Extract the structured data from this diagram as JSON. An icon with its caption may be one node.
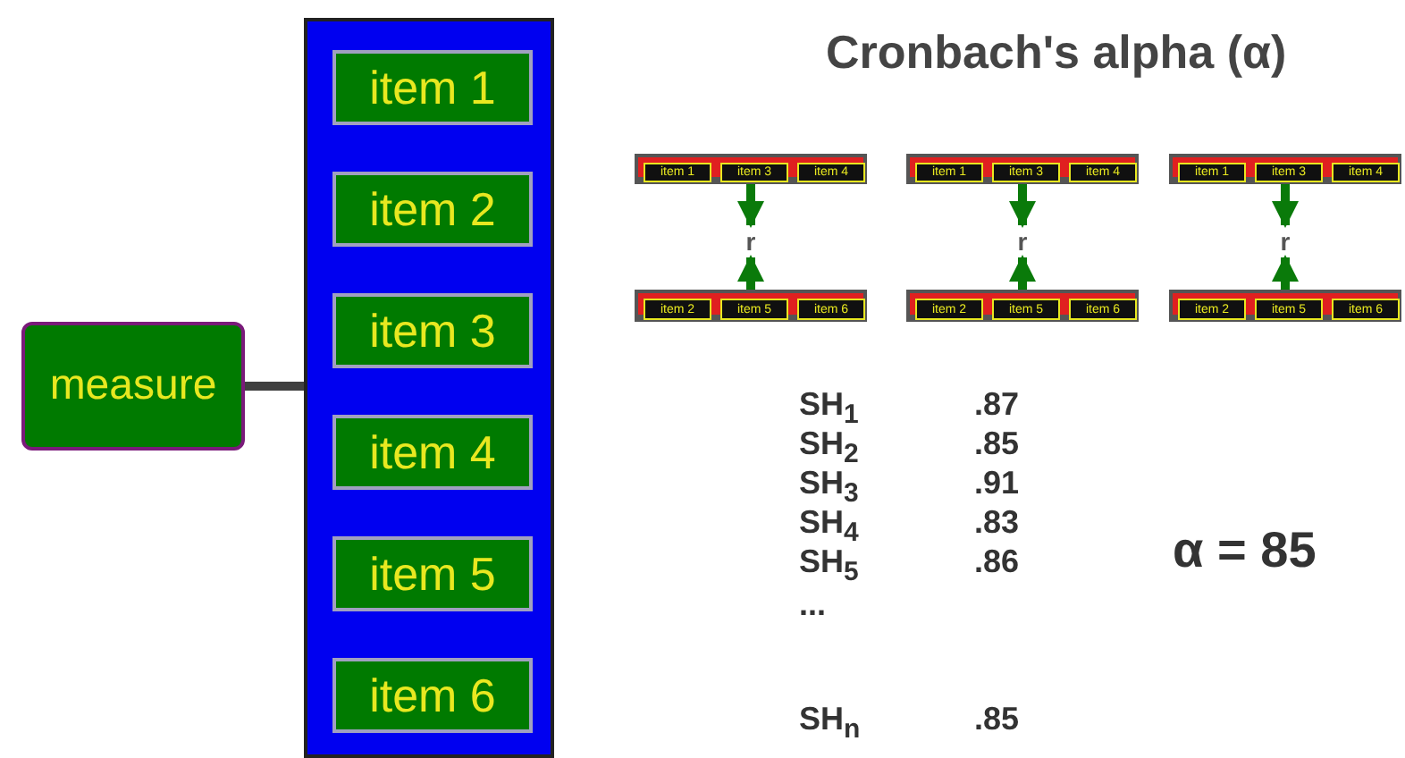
{
  "diagram": {
    "title": "Cronbach's alpha (α)",
    "nodes": [
      {
        "text": [
          "measure"
        ]
      },
      {
        "text": [],
        "shape": "box"
      },
      {
        "text": [
          "item 1"
        ],
        "in": 1
      },
      {
        "text": [
          "item 2"
        ],
        "in": 1
      },
      {
        "text": [
          "item 3"
        ],
        "in": 1
      },
      {
        "text": [
          "item 4"
        ],
        "in": 1
      },
      {
        "text": [
          "item 5"
        ],
        "in": 1
      },
      {
        "text": [
          "item 6"
        ],
        "in": 1
      },
      {
        "text": [],
        "shape": "bar"
      },
      {
        "text": [
          "item 1"
        ],
        "in": 8
      },
      {
        "text": [
          "item 3"
        ],
        "in": 8
      },
      {
        "text": [
          "item 4"
        ],
        "in": 8
      },
      {
        "text": [
          "r"
        ]
      },
      {
        "text": [],
        "shape": "bar"
      },
      {
        "text": [
          "item 2"
        ],
        "in": 13
      },
      {
        "text": [
          "item 5"
        ],
        "in": 13
      },
      {
        "text": [
          "item 6"
        ],
        "in": 13
      },
      {
        "text": [],
        "shape": "bar"
      },
      {
        "text": [
          "item 1"
        ],
        "in": 17
      },
      {
        "text": [
          "item 3"
        ],
        "in": 17
      },
      {
        "text": [
          "item 4"
        ],
        "in": 17
      },
      {
        "text": [
          "r"
        ]
      },
      {
        "text": [],
        "shape": "bar"
      },
      {
        "text": [
          "item 2"
        ],
        "in": 22
      },
      {
        "text": [
          "item 5"
        ],
        "in": 22
      },
      {
        "text": [
          "item 6"
        ],
        "in": 22
      },
      {
        "text": [],
        "shape": "bar"
      },
      {
        "text": [
          "item 1"
        ],
        "in": 26
      },
      {
        "text": [
          "item 3"
        ],
        "in": 26
      },
      {
        "text": [
          "item 4"
        ],
        "in": 26
      },
      {
        "text": [
          "r"
        ]
      },
      {
        "text": [],
        "shape": "bar"
      },
      {
        "text": [
          "item 2"
        ],
        "in": 31
      },
      {
        "text": [
          "item 5"
        ],
        "in": 31
      },
      {
        "text": [
          "item 6"
        ],
        "in": 31
      }
    ],
    "edges": [
      {
        "from": 0,
        "to": 1,
        "arrow": "none",
        "color": "#404040"
      },
      {
        "from": 8,
        "to": 12,
        "arrow": "to"
      },
      {
        "from": 13,
        "to": 12,
        "arrow": "to"
      },
      {
        "from": 17,
        "to": 21,
        "arrow": "to"
      },
      {
        "from": 22,
        "to": 21,
        "arrow": "to"
      },
      {
        "from": 26,
        "to": 30,
        "arrow": "to"
      },
      {
        "from": 31,
        "to": 30,
        "arrow": "to"
      }
    ],
    "labels": [
      "SH$_{1}$",
      ".87",
      "SH$_{2}$",
      ".85",
      "SH$_{3}$",
      ".91",
      "SH$_{4}$",
      ".83",
      "SH$_{5}$",
      ".86",
      "...",
      "SH$_{n}$",
      ".85",
      "α = 85"
    ]
  }
}
